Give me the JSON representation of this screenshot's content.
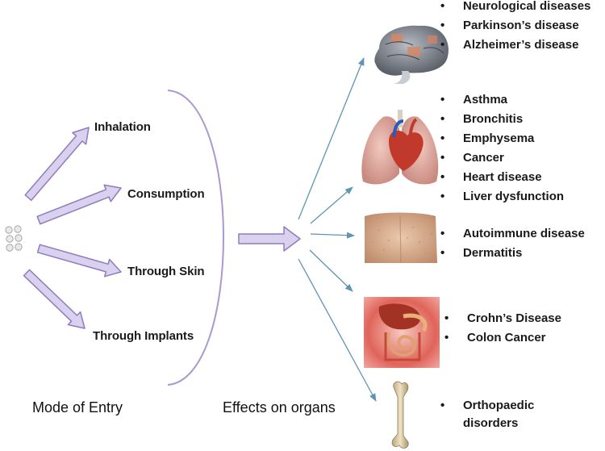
{
  "modes": {
    "title": "Mode of Entry",
    "items": [
      {
        "label": "Inhalation"
      },
      {
        "label": "Consumption"
      },
      {
        "label": "Through Skin"
      },
      {
        "label": "Through Implants"
      }
    ]
  },
  "effects": {
    "title": "Effects on organs"
  },
  "organs": [
    {
      "icon": "brain-icon",
      "diseases": [
        "Neurological diseases",
        "Parkinson’s disease",
        "Alzheimer’s disease"
      ]
    },
    {
      "icon": "lungs-heart-icon",
      "diseases": [
        "Asthma",
        "Bronchitis",
        "Emphysema",
        "Cancer",
        "Heart disease",
        "Liver dysfunction"
      ]
    },
    {
      "icon": "skin-icon",
      "diseases": [
        "Autoimmune disease",
        "Dermatitis"
      ]
    },
    {
      "icon": "digestive-system-icon",
      "diseases": [
        "Crohn’s Disease",
        "Colon Cancer"
      ]
    },
    {
      "icon": "femur-bone-icon",
      "diseases": [
        "Orthopaedic disorders"
      ]
    }
  ],
  "colors": {
    "arrow_fill": "#d9d1ee",
    "arrow_stroke": "#8f7cc0",
    "bracket": "#a999cf",
    "thin_arrow": "#5f94b3"
  }
}
